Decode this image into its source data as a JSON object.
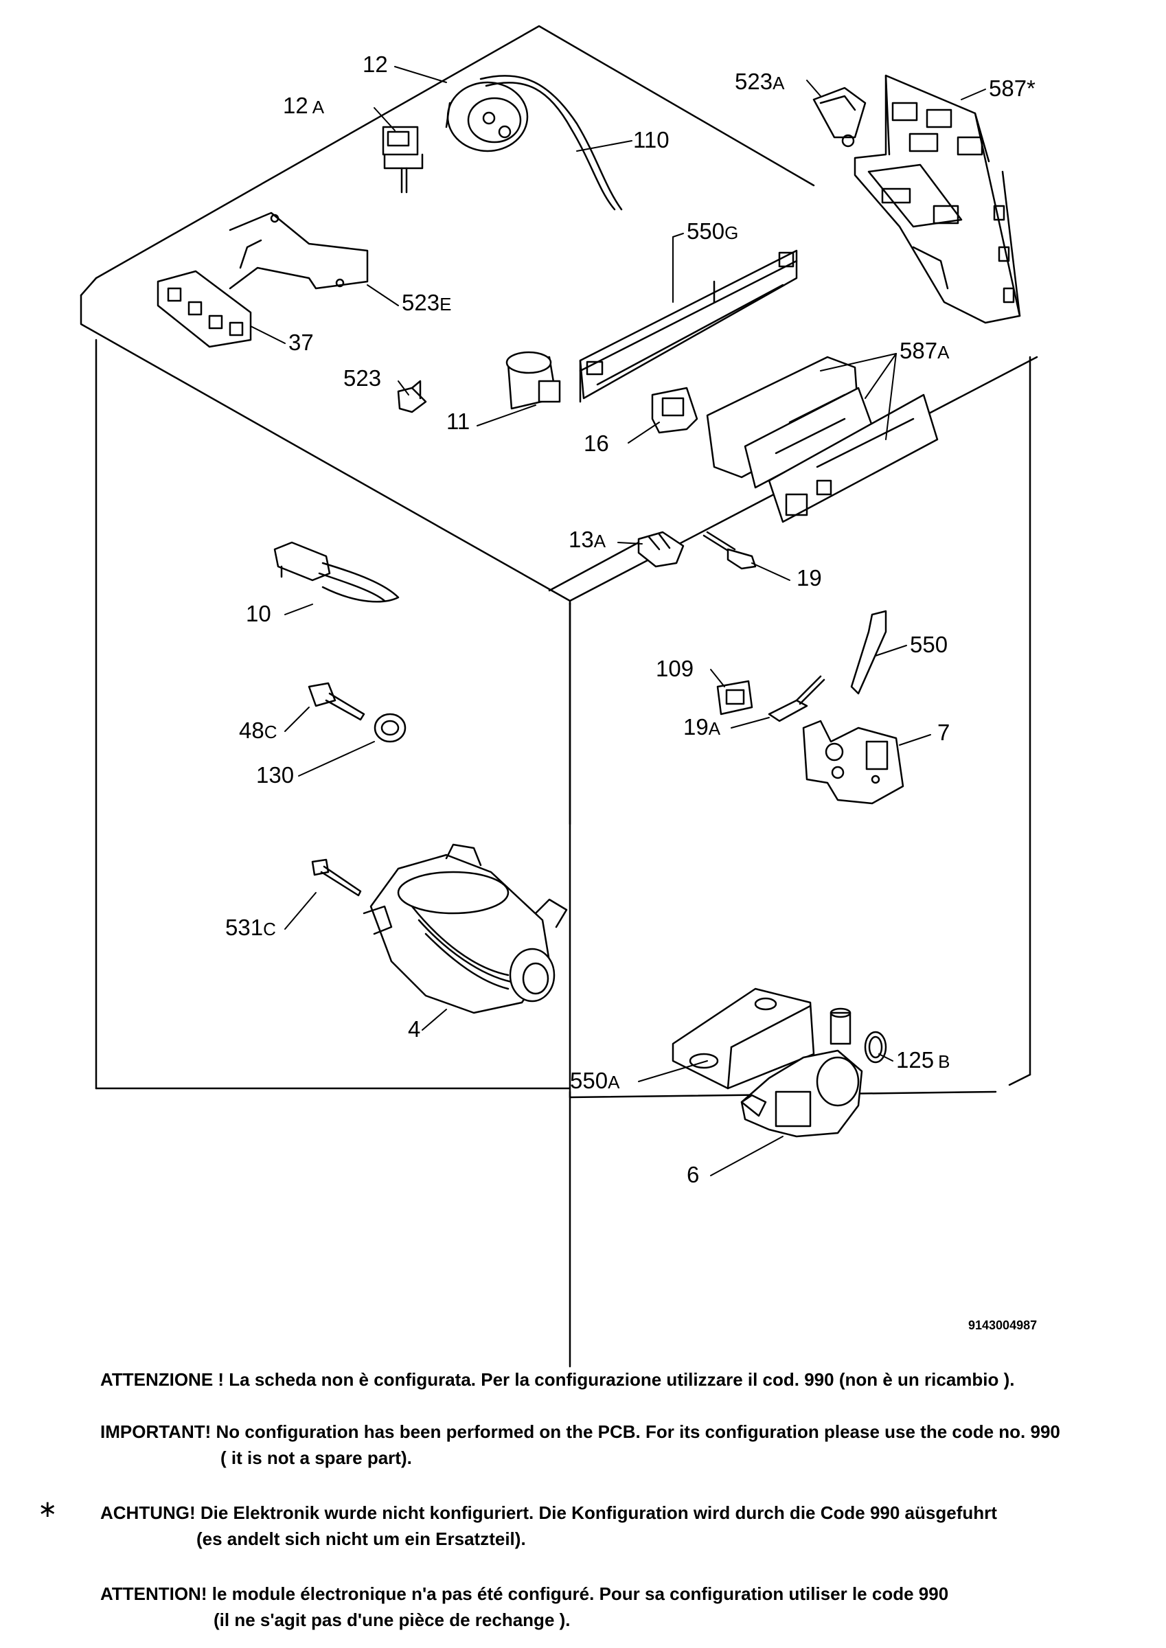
{
  "diagram": {
    "doc_code": "9143004987",
    "labels": [
      {
        "id": "12",
        "num": "12",
        "suf": ""
      },
      {
        "id": "12A",
        "num": "12",
        "suf": "A"
      },
      {
        "id": "110",
        "num": "110",
        "suf": ""
      },
      {
        "id": "523A",
        "num": "523",
        "suf": "A"
      },
      {
        "id": "587star",
        "num": "587*",
        "suf": ""
      },
      {
        "id": "550G",
        "num": "550",
        "suf": "G"
      },
      {
        "id": "523E",
        "num": "523",
        "suf": "E"
      },
      {
        "id": "37",
        "num": "37",
        "suf": ""
      },
      {
        "id": "523",
        "num": "523",
        "suf": ""
      },
      {
        "id": "11",
        "num": "11",
        "suf": ""
      },
      {
        "id": "16",
        "num": "16",
        "suf": ""
      },
      {
        "id": "587A",
        "num": "587",
        "suf": "A"
      },
      {
        "id": "13A",
        "num": "13",
        "suf": "A"
      },
      {
        "id": "19",
        "num": "19",
        "suf": ""
      },
      {
        "id": "10",
        "num": "10",
        "suf": ""
      },
      {
        "id": "109",
        "num": "109",
        "suf": ""
      },
      {
        "id": "550",
        "num": "550",
        "suf": ""
      },
      {
        "id": "19A",
        "num": "19",
        "suf": "A"
      },
      {
        "id": "7",
        "num": "7",
        "suf": ""
      },
      {
        "id": "48C",
        "num": "48",
        "suf": "C"
      },
      {
        "id": "130",
        "num": "130",
        "suf": ""
      },
      {
        "id": "531C",
        "num": "531",
        "suf": "C"
      },
      {
        "id": "4",
        "num": "4",
        "suf": ""
      },
      {
        "id": "125B",
        "num": "125",
        "suf": "B"
      },
      {
        "id": "550A",
        "num": "550",
        "suf": "A"
      },
      {
        "id": "6",
        "num": "6",
        "suf": ""
      }
    ]
  },
  "notes": {
    "it": {
      "line1": "ATTENZIONE ! La scheda non è  configurata. Per la configurazione utilizzare il cod. 990 (non è un ricambio )."
    },
    "en": {
      "line1": "IMPORTANT! No configuration has been performed on the PCB. For its configuration please use the code no. 990",
      "line2": "( it is not a spare part)."
    },
    "de": {
      "marker": "∗",
      "line1": "ACHTUNG! Die Elektronik wurde nicht konfiguriert. Die Konfiguration wird durch die Code 990 aüsgefuhrt",
      "line2": "(es andelt sich nicht um ein Ersatzteil)."
    },
    "fr": {
      "line1": "ATTENTION! le module électronique n'a pas été configuré. Pour  sa configuration utiliser le code 990",
      "line2": "(il ne s'agit pas d'une pièce de rechange )."
    }
  }
}
